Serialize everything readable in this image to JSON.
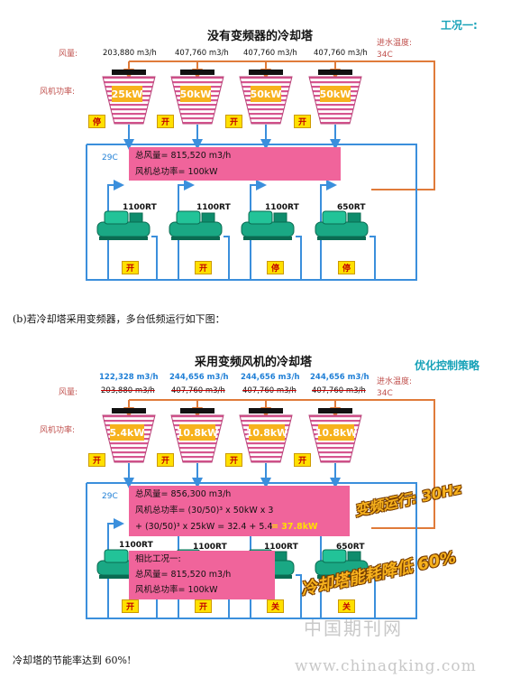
{
  "section_caption": "(b)若冷却塔采用变频器，多台低频运行如下图：",
  "conclusion": "冷却塔的节能率达到 60%!",
  "colors": {
    "pipe": "#3b8fdc",
    "return_pipe": "#e07b3a",
    "power_label": "#f7b21d",
    "summary_box": "#f0649b"
  },
  "diagram1": {
    "title": "没有变频器的冷却塔",
    "case_label": "工况一:",
    "airflow_label": "风量:",
    "fan_power_label": "风机功率:",
    "inlet_temp_label": "进水温度:",
    "inlet_temp": "34C",
    "outlet_temp": "29C",
    "towers": [
      {
        "airflow": "203,880  m3/h",
        "power": "25kW",
        "state": "停"
      },
      {
        "airflow": "407,760  m3/h",
        "power": "50kW",
        "state": "开"
      },
      {
        "airflow": "407,760  m3/h",
        "power": "50kW",
        "state": "开"
      },
      {
        "airflow": "407,760  m3/h",
        "power": "50kW",
        "state": "开"
      }
    ],
    "summary": {
      "total_airflow": "总风量= 815,520 m3/h",
      "total_power": "风机总功率= 100kW"
    },
    "chillers": [
      {
        "capacity": "1100RT",
        "state": "开"
      },
      {
        "capacity": "1100RT",
        "state": "开"
      },
      {
        "capacity": "1100RT",
        "state": "停"
      },
      {
        "capacity": "650RT",
        "state": "停"
      }
    ]
  },
  "diagram2": {
    "title": "采用变频风机的冷却塔",
    "strategy_label": "优化控制策略",
    "airflow_label": "风量:",
    "fan_power_label": "风机功率:",
    "inlet_temp_label": "进水温度:",
    "inlet_temp": "34C",
    "outlet_temp": "29C",
    "towers": [
      {
        "airflow_new": "122,328  m3/h",
        "airflow_old": "203,880  m3/h",
        "power": "5.4kW",
        "state": "开"
      },
      {
        "airflow_new": "244,656  m3/h",
        "airflow_old": "407,760  m3/h",
        "power": "10.8kW",
        "state": "开"
      },
      {
        "airflow_new": "244,656  m3/h",
        "airflow_old": "407,760  m3/h",
        "power": "10.8kW",
        "state": "开"
      },
      {
        "airflow_new": "244,656  m3/h",
        "airflow_old": "407,760  m3/h",
        "power": "10.8kW",
        "state": "开"
      }
    ],
    "summary": {
      "total_airflow": "总风量= 856,300  m3/h",
      "power_formula_1": "风机总功率= (30/50)³ x 50kW x 3",
      "power_formula_2": "+ (30/50)³ x 25kW = 32.4 + 5.4",
      "power_result": "= 37.8kW"
    },
    "comparison": {
      "heading": "相比工况一:",
      "total_airflow": "总风量= 815,520 m3/h",
      "total_power": "风机总功率= 100kW"
    },
    "chillers": [
      {
        "capacity": "1100RT",
        "state": "开"
      },
      {
        "capacity": "1100RT",
        "state": "开"
      },
      {
        "capacity": "1100RT",
        "state": "关"
      },
      {
        "capacity": "650RT",
        "state": "关"
      }
    ],
    "stamp_vfd": "变频运行: 30Hz",
    "stamp_savings": "冷却塔能耗降低 60%"
  },
  "watermark_cn": "中国期刊网",
  "watermark_url": "www.chinaqking.com"
}
